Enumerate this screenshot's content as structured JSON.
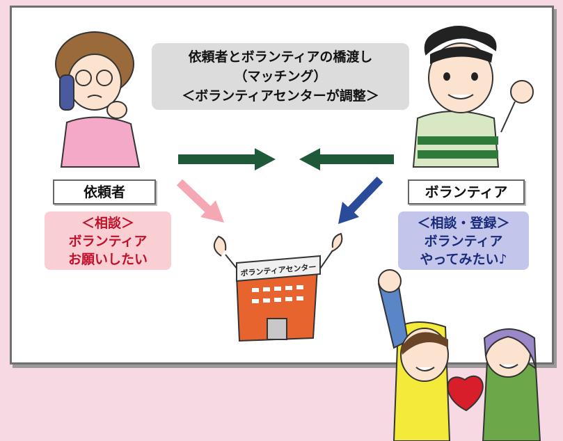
{
  "center_box": {
    "line1": "依頼者とボランティアの橋渡し",
    "line2": "（マッチング）",
    "line3": "＜ボランティアセンターが調整＞"
  },
  "requester": {
    "label": "依頼者",
    "bubble_line1": "＜相談＞",
    "bubble_line2": "ボランティア",
    "bubble_line3": "お願いしたい"
  },
  "volunteer": {
    "label": "ボランティア",
    "bubble_line1": "＜相談・登録＞",
    "bubble_line2": "ボランティア",
    "bubble_line3": "やってみたい♪"
  },
  "center_building": {
    "sign": "ボランティアセンター"
  },
  "colors": {
    "background": "#f7d9e4",
    "arrow_green": "#1e5a3a",
    "arrow_pink": "#f6a7b4",
    "arrow_blue": "#2a4a9a",
    "requester_text": "#c0102a",
    "volunteer_text": "#1a2a7a",
    "building": "#e8642e"
  }
}
